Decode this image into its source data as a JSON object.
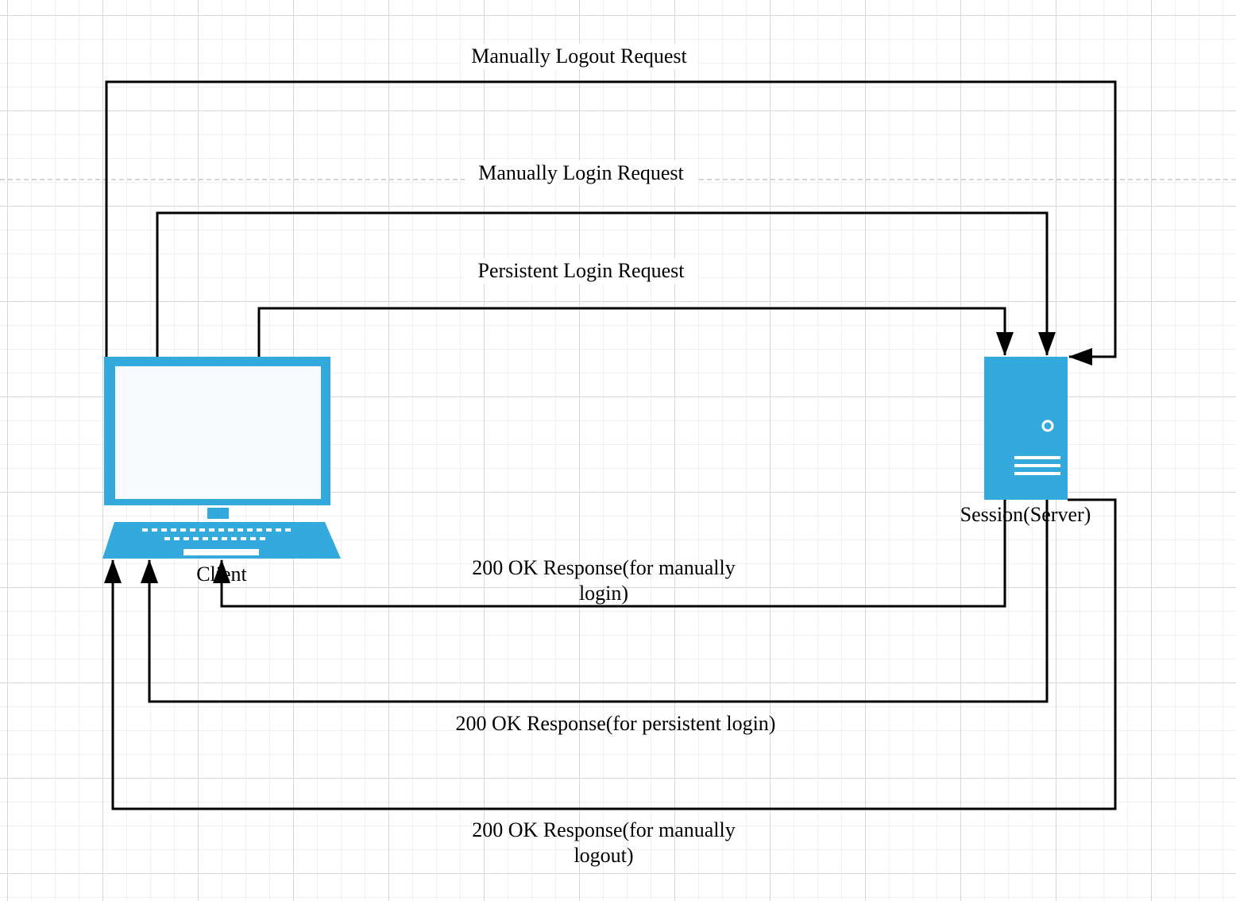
{
  "nodes": {
    "client": {
      "label": "Client",
      "icon": "laptop-icon",
      "color": "#34aadc"
    },
    "server": {
      "label": "Session(Server)",
      "icon": "server-icon",
      "color": "#34aadc"
    }
  },
  "edges": {
    "logout_request": "Manually Logout Request",
    "login_request": "Manually Login Request",
    "persistent_request": "Persistent Login Request",
    "login_response": "200 OK Response(for manually login)",
    "persistent_response": "200 OK Response(for persistent login)",
    "logout_response": "200 OK Response(for manually logout)"
  }
}
